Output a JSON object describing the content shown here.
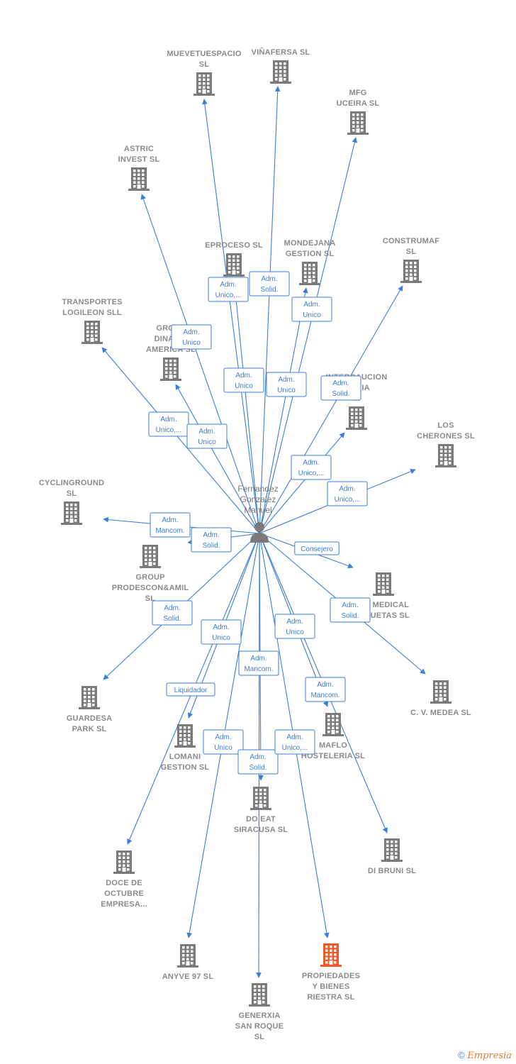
{
  "colors": {
    "edge": "#3b7dd8",
    "building": "#7a7a7a",
    "highlight": "#f05a28",
    "person": "#7a7a7a"
  },
  "center": {
    "lines": [
      "Fernandez",
      "Gonzalez",
      "Manuel"
    ],
    "icon": "person-icon"
  },
  "nodes": [
    {
      "id": "muevetuespacio",
      "lines": [
        "MUEVETUESPACIO",
        "SL"
      ]
    },
    {
      "id": "vinafersa",
      "lines": [
        "VIÑAFERSA SL"
      ]
    },
    {
      "id": "mfg",
      "lines": [
        "MFG",
        "UCEIRA SL"
      ]
    },
    {
      "id": "astric",
      "lines": [
        "ASTRIC",
        "INVEST SL"
      ]
    },
    {
      "id": "eproceso",
      "lines": [
        "EPROCESO SL"
      ]
    },
    {
      "id": "mondejana",
      "lines": [
        "MONDEJANA",
        "GESTION SL"
      ]
    },
    {
      "id": "construmaf",
      "lines": [
        "CONSTRUMAF",
        "SL"
      ]
    },
    {
      "id": "transportes",
      "lines": [
        "TRANSPORTES",
        "LOGILEON SLL"
      ]
    },
    {
      "id": "group-dinamic",
      "lines": [
        "GROUP",
        "DINAM...",
        "AMERICA SL"
      ]
    },
    {
      "id": "intercaucion",
      "lines": [
        "INTERCAUCION",
        "...NCIA",
        "..."
      ]
    },
    {
      "id": "los-cherones",
      "lines": [
        "LOS",
        "CHERONES SL"
      ]
    },
    {
      "id": "cyclinground",
      "lines": [
        "CYCLINGROUND",
        "SL"
      ]
    },
    {
      "id": "group-prodescon",
      "lines": [
        "GROUP",
        "PRODESCON&AMIL",
        "SL"
      ]
    },
    {
      "id": "medical",
      "lines": [
        "...V MEDICAL",
        "...QUETAS SL"
      ]
    },
    {
      "id": "guardesa",
      "lines": [
        "GUARDESA",
        "PARK SL"
      ]
    },
    {
      "id": "cv-medea",
      "lines": [
        "C. V. MEDEA SL"
      ]
    },
    {
      "id": "lomani",
      "lines": [
        "LOMANI",
        "GESTION SL"
      ]
    },
    {
      "id": "maflo",
      "lines": [
        "MAFLO",
        "HOSTELERIA SL"
      ]
    },
    {
      "id": "do-eat",
      "lines": [
        "DO EAT",
        "SIRACUSA SL"
      ]
    },
    {
      "id": "di-bruni",
      "lines": [
        "DI BRUNI SL"
      ]
    },
    {
      "id": "doce-octubre",
      "lines": [
        "DOCE DE",
        "OCTUBRE",
        "EMPRESA..."
      ]
    },
    {
      "id": "anyve",
      "lines": [
        "ANYVE 97 SL"
      ]
    },
    {
      "id": "propiedades",
      "lines": [
        "PROPIEDADES",
        "Y BIENES",
        "RIESTRA SL"
      ],
      "highlight": true
    },
    {
      "id": "generxia",
      "lines": [
        "GENERXIA",
        "SAN ROQUE",
        "SL"
      ]
    }
  ],
  "edges": [
    {
      "target": "muevetuespacio",
      "role": [
        "Adm.",
        "Unico,..."
      ]
    },
    {
      "target": "vinafersa",
      "role": [
        "Adm.",
        "Solid."
      ]
    },
    {
      "target": "mfg",
      "role": [
        "Adm.",
        "Unico"
      ]
    },
    {
      "target": "astric",
      "role": [
        "Adm.",
        "Unico"
      ]
    },
    {
      "target": "eproceso",
      "role": [
        "Adm.",
        "Unico"
      ]
    },
    {
      "target": "mondejana",
      "role": [
        "Adm.",
        "Unico"
      ]
    },
    {
      "target": "construmaf",
      "role": [
        "Adm.",
        "Unico,..."
      ]
    },
    {
      "target": "transportes",
      "role": [
        "Adm.",
        "Unico,..."
      ]
    },
    {
      "target": "group-dinamic",
      "role": [
        "Adm.",
        "Unico"
      ]
    },
    {
      "target": "intercaucion",
      "role": [
        "Adm.",
        "Solid."
      ]
    },
    {
      "target": "los-cherones",
      "role": [
        "Adm.",
        "Unico,..."
      ]
    },
    {
      "target": "cyclinground",
      "role": [
        "Adm.",
        "Mancom."
      ]
    },
    {
      "target": "group-prodescon",
      "role": [
        "Adm.",
        "Solid."
      ]
    },
    {
      "target": "medical",
      "role": [
        "Consejero"
      ]
    },
    {
      "target": "guardesa",
      "role": [
        "Adm.",
        "Solid."
      ]
    },
    {
      "target": "cv-medea",
      "role": [
        "Adm.",
        "Solid."
      ]
    },
    {
      "target": "lomani",
      "role": [
        "Adm.",
        "Unico"
      ]
    },
    {
      "target": "maflo",
      "role": [
        "Adm.",
        "Unico"
      ]
    },
    {
      "target": "do-eat",
      "role": [
        "Adm.",
        "Mancom."
      ]
    },
    {
      "target": "di-bruni",
      "role": [
        "Adm.",
        "Mancom."
      ]
    },
    {
      "target": "doce-octubre",
      "role": [
        "Liquidador"
      ]
    },
    {
      "target": "anyve",
      "role": [
        "Adm.",
        "Unico"
      ]
    },
    {
      "target": "generxia",
      "role": [
        "Adm.",
        "Solid."
      ]
    },
    {
      "target": "propiedades",
      "role": [
        "Adm.",
        "Unico,..."
      ]
    }
  ],
  "footer": {
    "copyright": "©",
    "brand": "Empresia"
  }
}
